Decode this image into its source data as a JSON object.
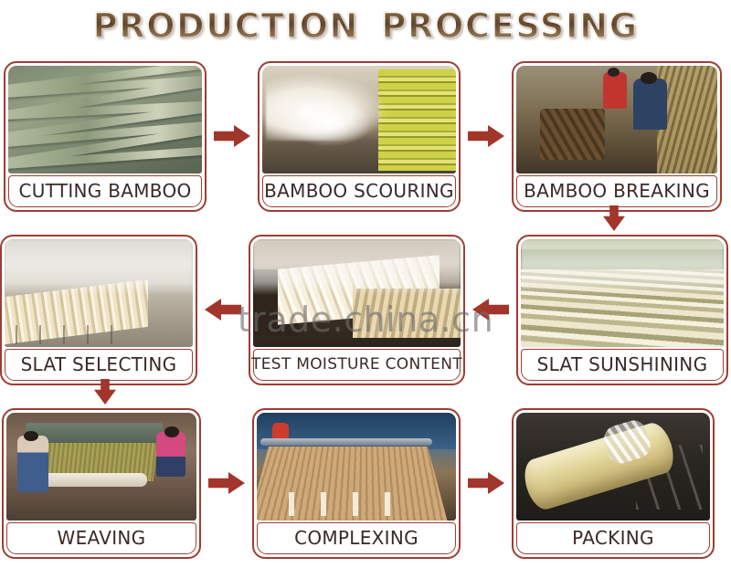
{
  "page": {
    "title": "PRODUCTION  PROCESSING",
    "background_color": "#ffffff",
    "accent_color": "#9e3d33",
    "arrow_color": "#a2352c",
    "title_color": "#6b4a24",
    "label_text_color": "#3a2a25"
  },
  "watermark": {
    "text": "trade.china.cn",
    "color": "#6c6c6c"
  },
  "flow": {
    "rows": [
      {
        "direction": "left-to-right",
        "steps": [
          {
            "label": "CUTTING BAMBOO",
            "photo": "stacked-green-bamboo-poles"
          },
          {
            "label": "BAMBOO SCOURING",
            "photo": "steam-and-yellow-bamboo"
          },
          {
            "label": "BAMBOO BREAKING",
            "photo": "workers-splitting-bamboo"
          }
        ]
      },
      {
        "direction": "right-to-left",
        "steps": [
          {
            "label": "SLAT SELECTING",
            "photo": "sorted-pale-bamboo-slats"
          },
          {
            "label": "TEST MOISTURE CONTENT",
            "photo": "bundled-cream-slats-on-bench"
          },
          {
            "label": "SLAT SUNSHINING",
            "photo": "slats-drying-in-field"
          }
        ]
      },
      {
        "direction": "left-to-right",
        "steps": [
          {
            "label": "WEAVING",
            "photo": "workers-at-weaving-loom"
          },
          {
            "label": "COMPLEXING",
            "photo": "blue-machine-laminating-mat"
          },
          {
            "label": "PACKING",
            "photo": "wrapped-roll-on-floor"
          }
        ]
      }
    ],
    "connectors": [
      {
        "name": "arrow-cutting-to-scouring",
        "glyph": "arrow-right"
      },
      {
        "name": "arrow-scouring-to-breaking",
        "glyph": "arrow-right"
      },
      {
        "name": "arrow-breaking-to-sunshining",
        "glyph": "arrow-down"
      },
      {
        "name": "arrow-sunshining-to-moisture",
        "glyph": "arrow-left"
      },
      {
        "name": "arrow-moisture-to-selecting",
        "glyph": "arrow-left"
      },
      {
        "name": "arrow-selecting-to-weaving",
        "glyph": "arrow-down"
      },
      {
        "name": "arrow-weaving-to-complexing",
        "glyph": "arrow-right"
      },
      {
        "name": "arrow-complexing-to-packing",
        "glyph": "arrow-right"
      }
    ]
  }
}
